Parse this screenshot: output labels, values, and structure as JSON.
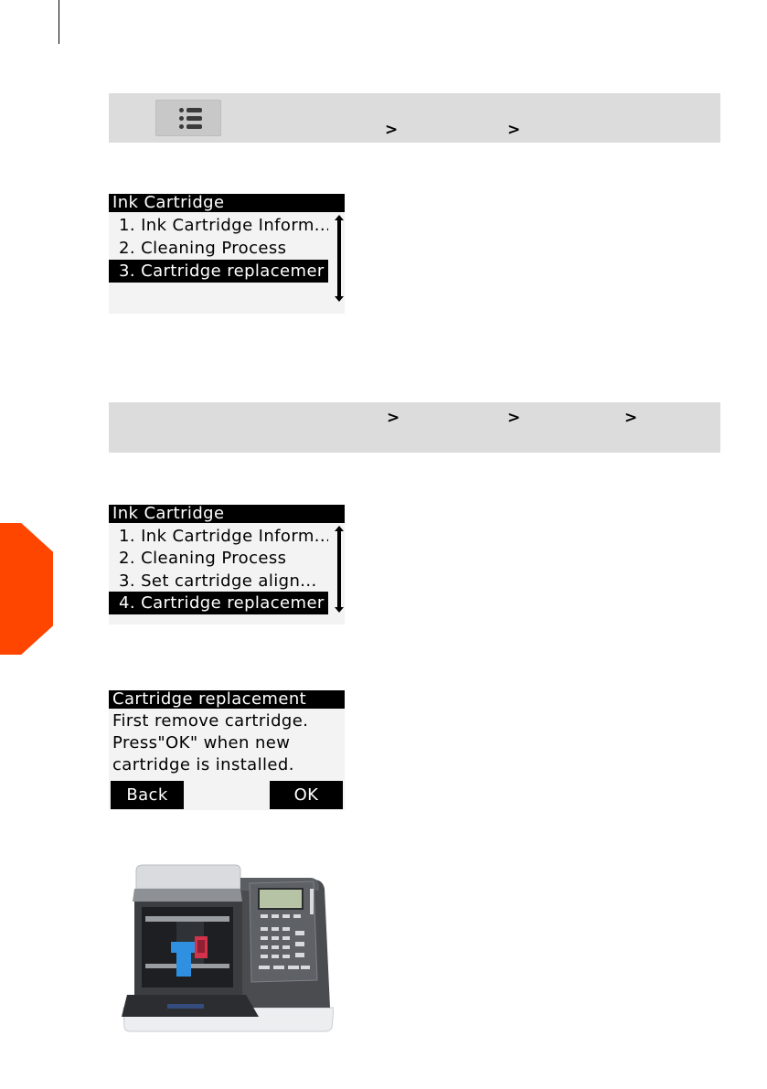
{
  "accent_color": "#ff4600",
  "path_bar_1": {
    "menu_icon": "menu-list-icon",
    "separator": ">"
  },
  "path_bar_2": {
    "separator": ">"
  },
  "screen_1": {
    "title": "Ink Cartridge",
    "items": [
      {
        "label": "1. Ink Cartridge Inform...",
        "selected": false
      },
      {
        "label": "2. Cleaning Process",
        "selected": false
      },
      {
        "label": "3. Cartridge replacemer",
        "selected": true
      }
    ]
  },
  "screen_2": {
    "title": "Ink Cartridge",
    "items": [
      {
        "label": "1. Ink Cartridge Inform...",
        "selected": false
      },
      {
        "label": "2. Cleaning Process",
        "selected": false
      },
      {
        "label": "3. Set cartridge align...",
        "selected": false
      },
      {
        "label": "4. Cartridge replacemer",
        "selected": true
      }
    ]
  },
  "screen_3": {
    "title": "Cartridge replacement",
    "message_lines": [
      "First remove cartridge.",
      "Press\"OK\" when new",
      "cartridge is installed."
    ],
    "back_label": "Back",
    "ok_label": "OK"
  },
  "illustration": {
    "icon": "franking-machine-illustration"
  }
}
